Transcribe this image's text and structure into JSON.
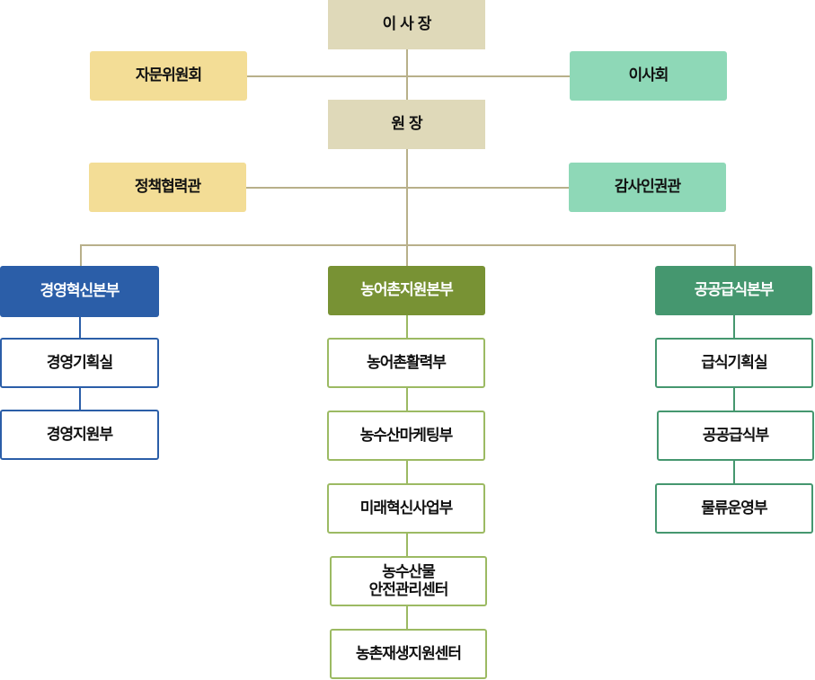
{
  "chairman": "이 사 장",
  "advisory_committee": "자문위원회",
  "board": "이사회",
  "president": "원 장",
  "policy_officer": "정책협력관",
  "audit_officer": "감사인권관",
  "colors": {
    "line": "#b8b08a",
    "management": "#2b5ea8",
    "rural": "#789234",
    "rural_sub": "#9cba63",
    "catering": "#45976f"
  },
  "divisions": [
    {
      "name": "경영혁신본부",
      "units": [
        "경영기획실",
        "경영지원부"
      ]
    },
    {
      "name": "농어촌지원본부",
      "units": [
        "농어촌활력부",
        "농수산마케팅부",
        "미래혁신사업부",
        "농수산물\n안전관리센터",
        "농촌재생지원센터"
      ]
    },
    {
      "name": "공공급식본부",
      "units": [
        "급식기획실",
        "공공급식부",
        "물류운영부"
      ]
    }
  ]
}
